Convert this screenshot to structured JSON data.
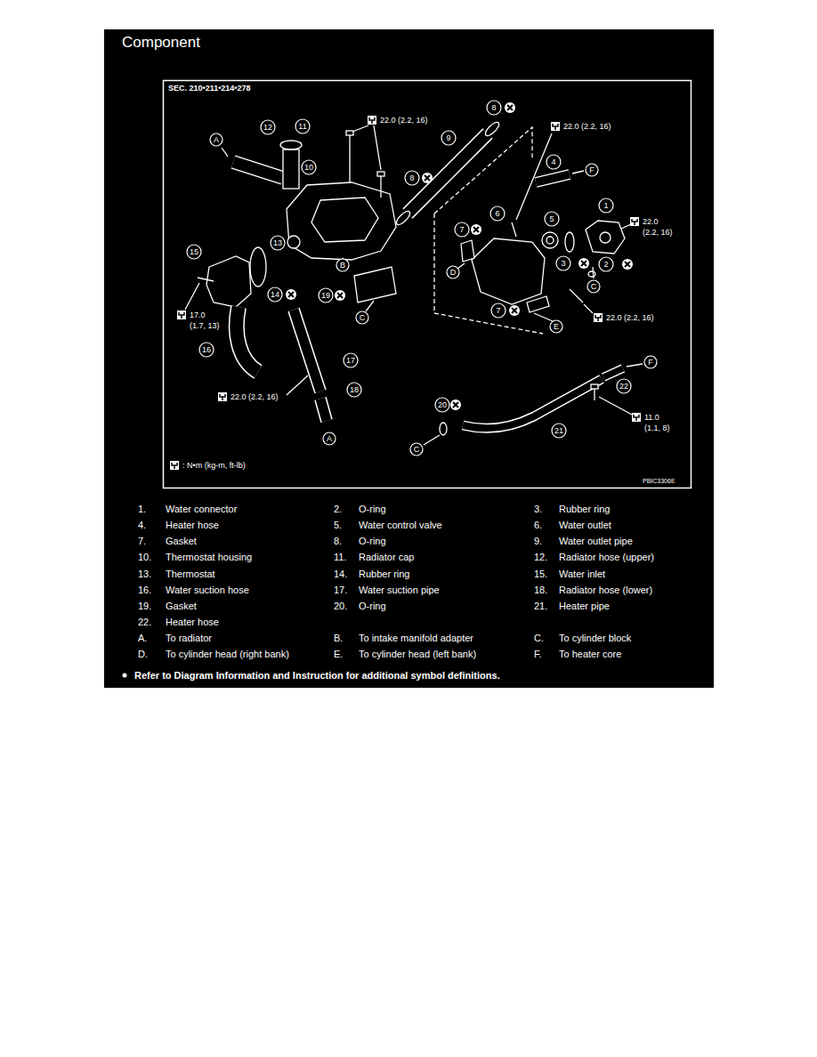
{
  "diagram": {
    "title": "Component",
    "labels": [
      "SEC. 210•211•214•278",
      "1",
      "2",
      "3",
      "4",
      "5",
      "6",
      "7",
      "7",
      "8",
      "8",
      "9",
      "10",
      "11",
      "12",
      "13",
      "14",
      "15",
      "16",
      "17",
      "18",
      "19",
      "20",
      "21",
      "22",
      "A",
      "A",
      "B",
      "C",
      "C",
      "C",
      "D",
      "E",
      "F",
      "F",
      "22.0 (2.2, 16)",
      "22.0 (2.2, 16)",
      "22.0 (2.2, 16)",
      "17.0 (1.7, 13)",
      "22.0 (2.2, 16)",
      "22.0 (2.2, 16)",
      "11.0 (1.1, 8)",
      "PBIC3306E",
      "1.",
      "Water connector",
      "2.",
      "O-ring",
      "3.",
      "Rubber ring",
      "4.",
      "Heater hose",
      "5.",
      "Water control valve",
      "6.",
      "Water outlet",
      "7.",
      "Gasket",
      "8.",
      "O-ring",
      "9.",
      "Water outlet pipe",
      "10.",
      "Thermostat housing",
      "11.",
      "Radiator cap",
      "12.",
      "Radiator hose (upper)",
      "13.",
      "Thermostat",
      "14.",
      "Rubber ring",
      "15.",
      "Water inlet",
      "16.",
      "Water suction hose",
      "17.",
      "Water suction pipe",
      "18.",
      "Radiator hose (lower)",
      "19.",
      "Gasket",
      "20.",
      "O-ring",
      "21.",
      "Heater pipe",
      "22.",
      "Heater hose",
      "A.",
      "To radiator",
      "B.",
      "To intake manifold adapter",
      "C.",
      "To cylinder block",
      "D.",
      "To cylinder head (right bank)",
      "E.",
      "To cylinder head (left bank)",
      "F.",
      "To heater core",
      "Refer to Diagram Information and Instruction for additional symbol definitions."
    ],
    "legend": [
      {
        "text": ": N•m (kg-m, ft-lb)"
      }
    ]
  }
}
